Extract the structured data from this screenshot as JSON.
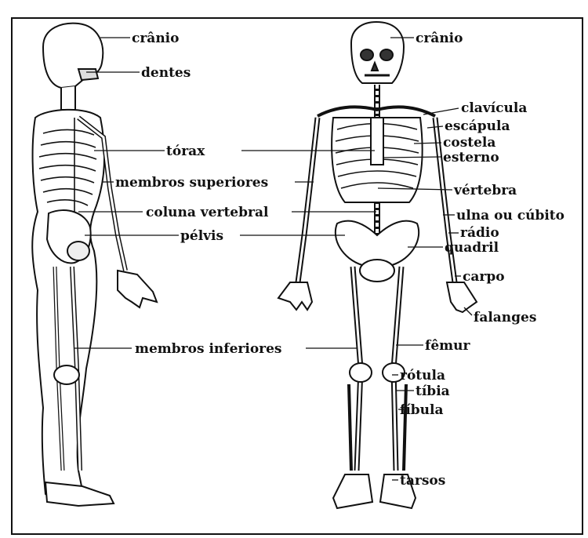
{
  "labels": {
    "left": {
      "cranio": "crânio",
      "dentes": "dentes",
      "torax": "tórax",
      "membros_superiores": "membros superiores",
      "coluna_vertebral": "coluna vertebral",
      "pelvis": "pélvis",
      "membros_inferiores": "membros inferiores"
    },
    "right": {
      "cranio": "crânio",
      "clavicula": "clavícula",
      "escapula": "escápula",
      "costela": "costela",
      "esterno": "esterno",
      "vertebra": "vértebra",
      "ulna": "ulna ou cúbito",
      "radio": "rádio",
      "quadril": "quadril",
      "carpo": "carpo",
      "falanges": "falanges",
      "femur": "fêmur",
      "rotula": "rótula",
      "tibia": "tíbia",
      "fibula": "fíbula",
      "tarsos": "tarsos"
    }
  }
}
